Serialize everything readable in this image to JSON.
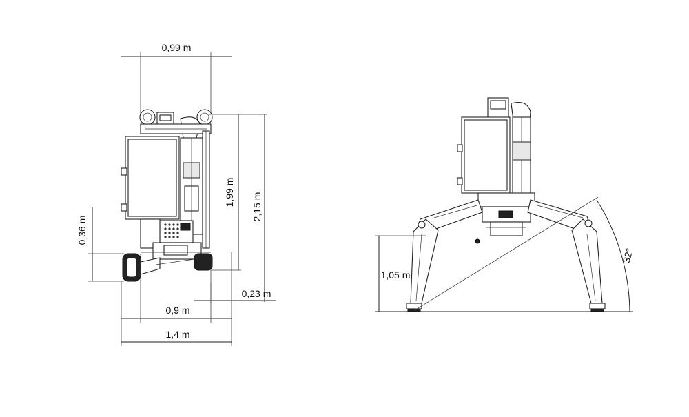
{
  "dimensions": {
    "top_width": "0,99 m",
    "height_199": "1,99 m",
    "height_215": "2,15 m",
    "ground_clearance": "0,36 m",
    "track_width": "0,9 m",
    "side_offset": "0,23 m",
    "overall_width": "1,4 m",
    "outrigger_height": "1,05 m",
    "angle": "32°"
  },
  "colors": {
    "line": "#222222",
    "background": "#ffffff",
    "panel": "#e8e8e8"
  }
}
